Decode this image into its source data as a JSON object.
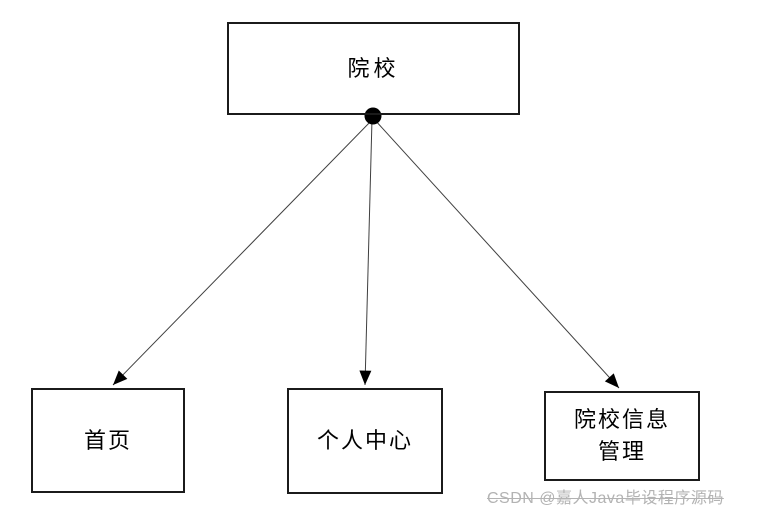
{
  "diagram": {
    "type": "hierarchy",
    "root": {
      "label": "院校"
    },
    "children": [
      {
        "label": "首页"
      },
      {
        "label": "个人中心"
      },
      {
        "label": "院校信息管理",
        "lines": [
          "院校信息",
          "管理"
        ]
      }
    ],
    "edges": [
      {
        "from": "院校",
        "to": "首页"
      },
      {
        "from": "院校",
        "to": "个人中心"
      },
      {
        "from": "院校",
        "to": "院校信息管理"
      }
    ]
  },
  "watermark": {
    "text": "CSDN @嘉人Java毕设程序源码"
  },
  "colors": {
    "background": "#ffffff",
    "box_border": "#1b1b1b",
    "text": "#000000",
    "edge_line": "#3f3f3f",
    "arrowhead": "#000000",
    "watermark": "#b3b3b3"
  }
}
